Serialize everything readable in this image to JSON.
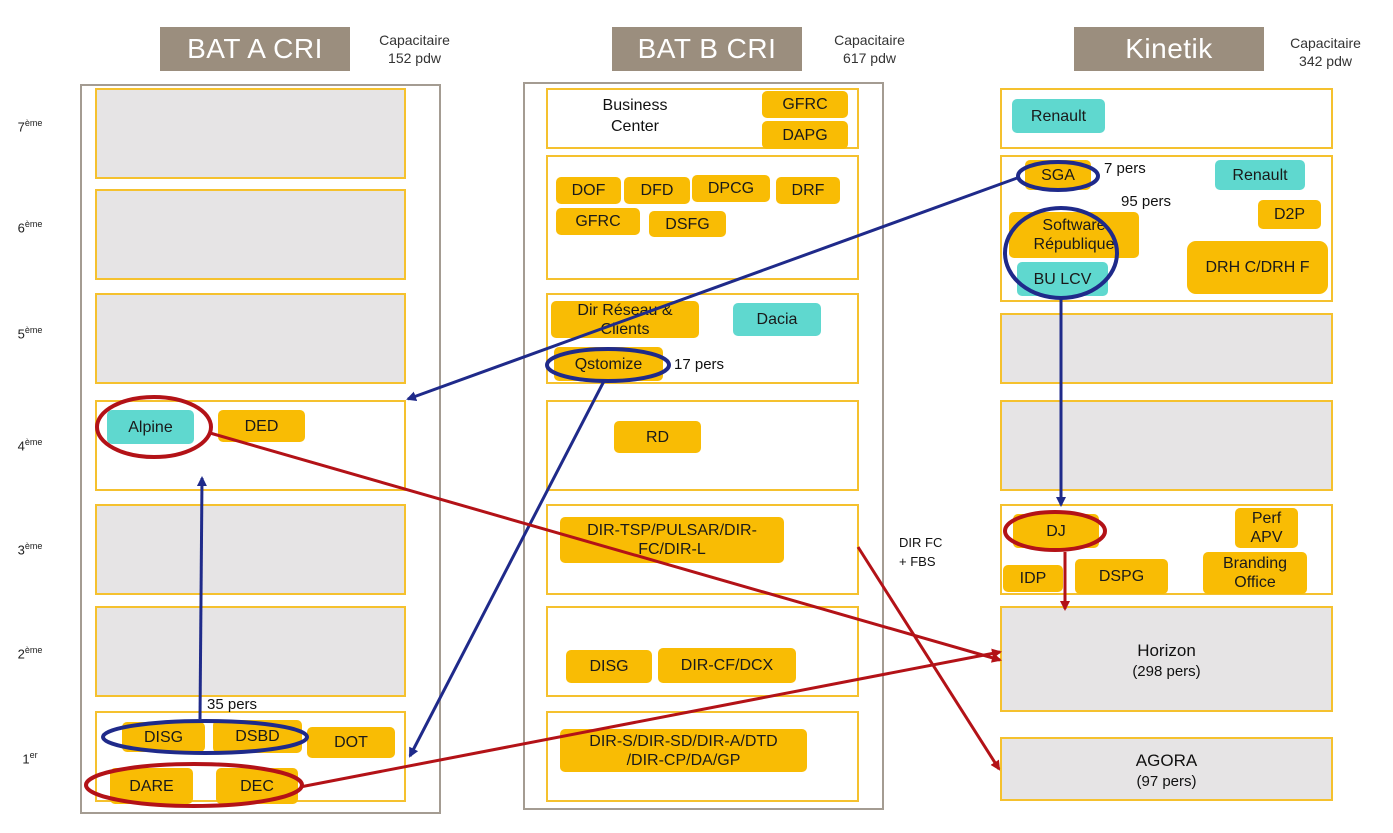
{
  "buildings": {
    "a": {
      "title": "BAT A CRI",
      "cap1": "Capacitaire",
      "cap2": "152 pdw"
    },
    "b": {
      "title": "BAT B CRI",
      "cap1": "Capacitaire",
      "cap2": "617 pdw"
    },
    "k": {
      "title": "Kinetik",
      "cap1": "Capacitaire",
      "cap2": "342 pdw"
    }
  },
  "floors": {
    "f7": {
      "base": "7",
      "sup": "ème"
    },
    "f6": {
      "base": "6",
      "sup": "ème"
    },
    "f5": {
      "base": "5",
      "sup": "ème"
    },
    "f4": {
      "base": "4",
      "sup": "ème"
    },
    "f3": {
      "base": "3",
      "sup": "ème"
    },
    "f2": {
      "base": "2",
      "sup": "ème"
    },
    "f1": {
      "base": "1",
      "sup": "er"
    }
  },
  "bat_a": {
    "alpine": "Alpine",
    "ded": "DED",
    "disg": "DISG",
    "dsbd": "DSBD",
    "dot": "DOT",
    "dare": "DARE",
    "dec": "DEC",
    "count_35": "35 pers"
  },
  "bat_b": {
    "business_l1": "Business",
    "business_l2": "Center",
    "gfrc1": "GFRC",
    "dapg": "DAPG",
    "dof": "DOF",
    "dfd": "DFD",
    "dpcg": "DPCG",
    "drf": "DRF",
    "gfrc2": "GFRC",
    "dsfg": "DSFG",
    "dir_reseau_l1": "Dir Réseau &",
    "dir_reseau_l2": "Clients",
    "dacia": "Dacia",
    "qstomize": "Qstomize",
    "count_17": "17 pers",
    "rd": "RD",
    "dirtsp_l1": "DIR-TSP/PULSAR/DIR-",
    "dirtsp_l2": "FC/DIR-L",
    "disg": "DISG",
    "dircf": "DIR-CF/DCX",
    "dirs_l1": "DIR-S/DIR-SD/DIR-A/DTD",
    "dirs_l2": "/DIR-CP/DA/GP"
  },
  "kinetik": {
    "renault1": "Renault",
    "sga": "SGA",
    "count_7": "7 pers",
    "renault2": "Renault",
    "count_95": "95 pers",
    "software_l1": "Software",
    "software_l2": "République",
    "d2p": "D2P",
    "bulcv": "BU LCV",
    "drh": "DRH C/DRH F",
    "dj": "DJ",
    "perf_l1": "Perf",
    "perf_l2": "APV",
    "idp": "IDP",
    "dspg": "DSPG",
    "branding_l1": "Branding",
    "branding_l2": "Office",
    "horizon": "Horizon",
    "horizon_count": "(298 pers)",
    "agora": "AGORA",
    "agora_count": "(97 pers)"
  },
  "annotations": {
    "dirfc_l1": "DIR FC",
    "dirfc_l2": "+ FBS"
  },
  "colors": {
    "header": "#9b8e7e",
    "tag": "#f9bc04",
    "teal": "#5fd8cf",
    "floor_border": "#f5c12e",
    "grey": "#e6e4e5",
    "blue": "#1f2a8a",
    "red": "#b31217"
  }
}
